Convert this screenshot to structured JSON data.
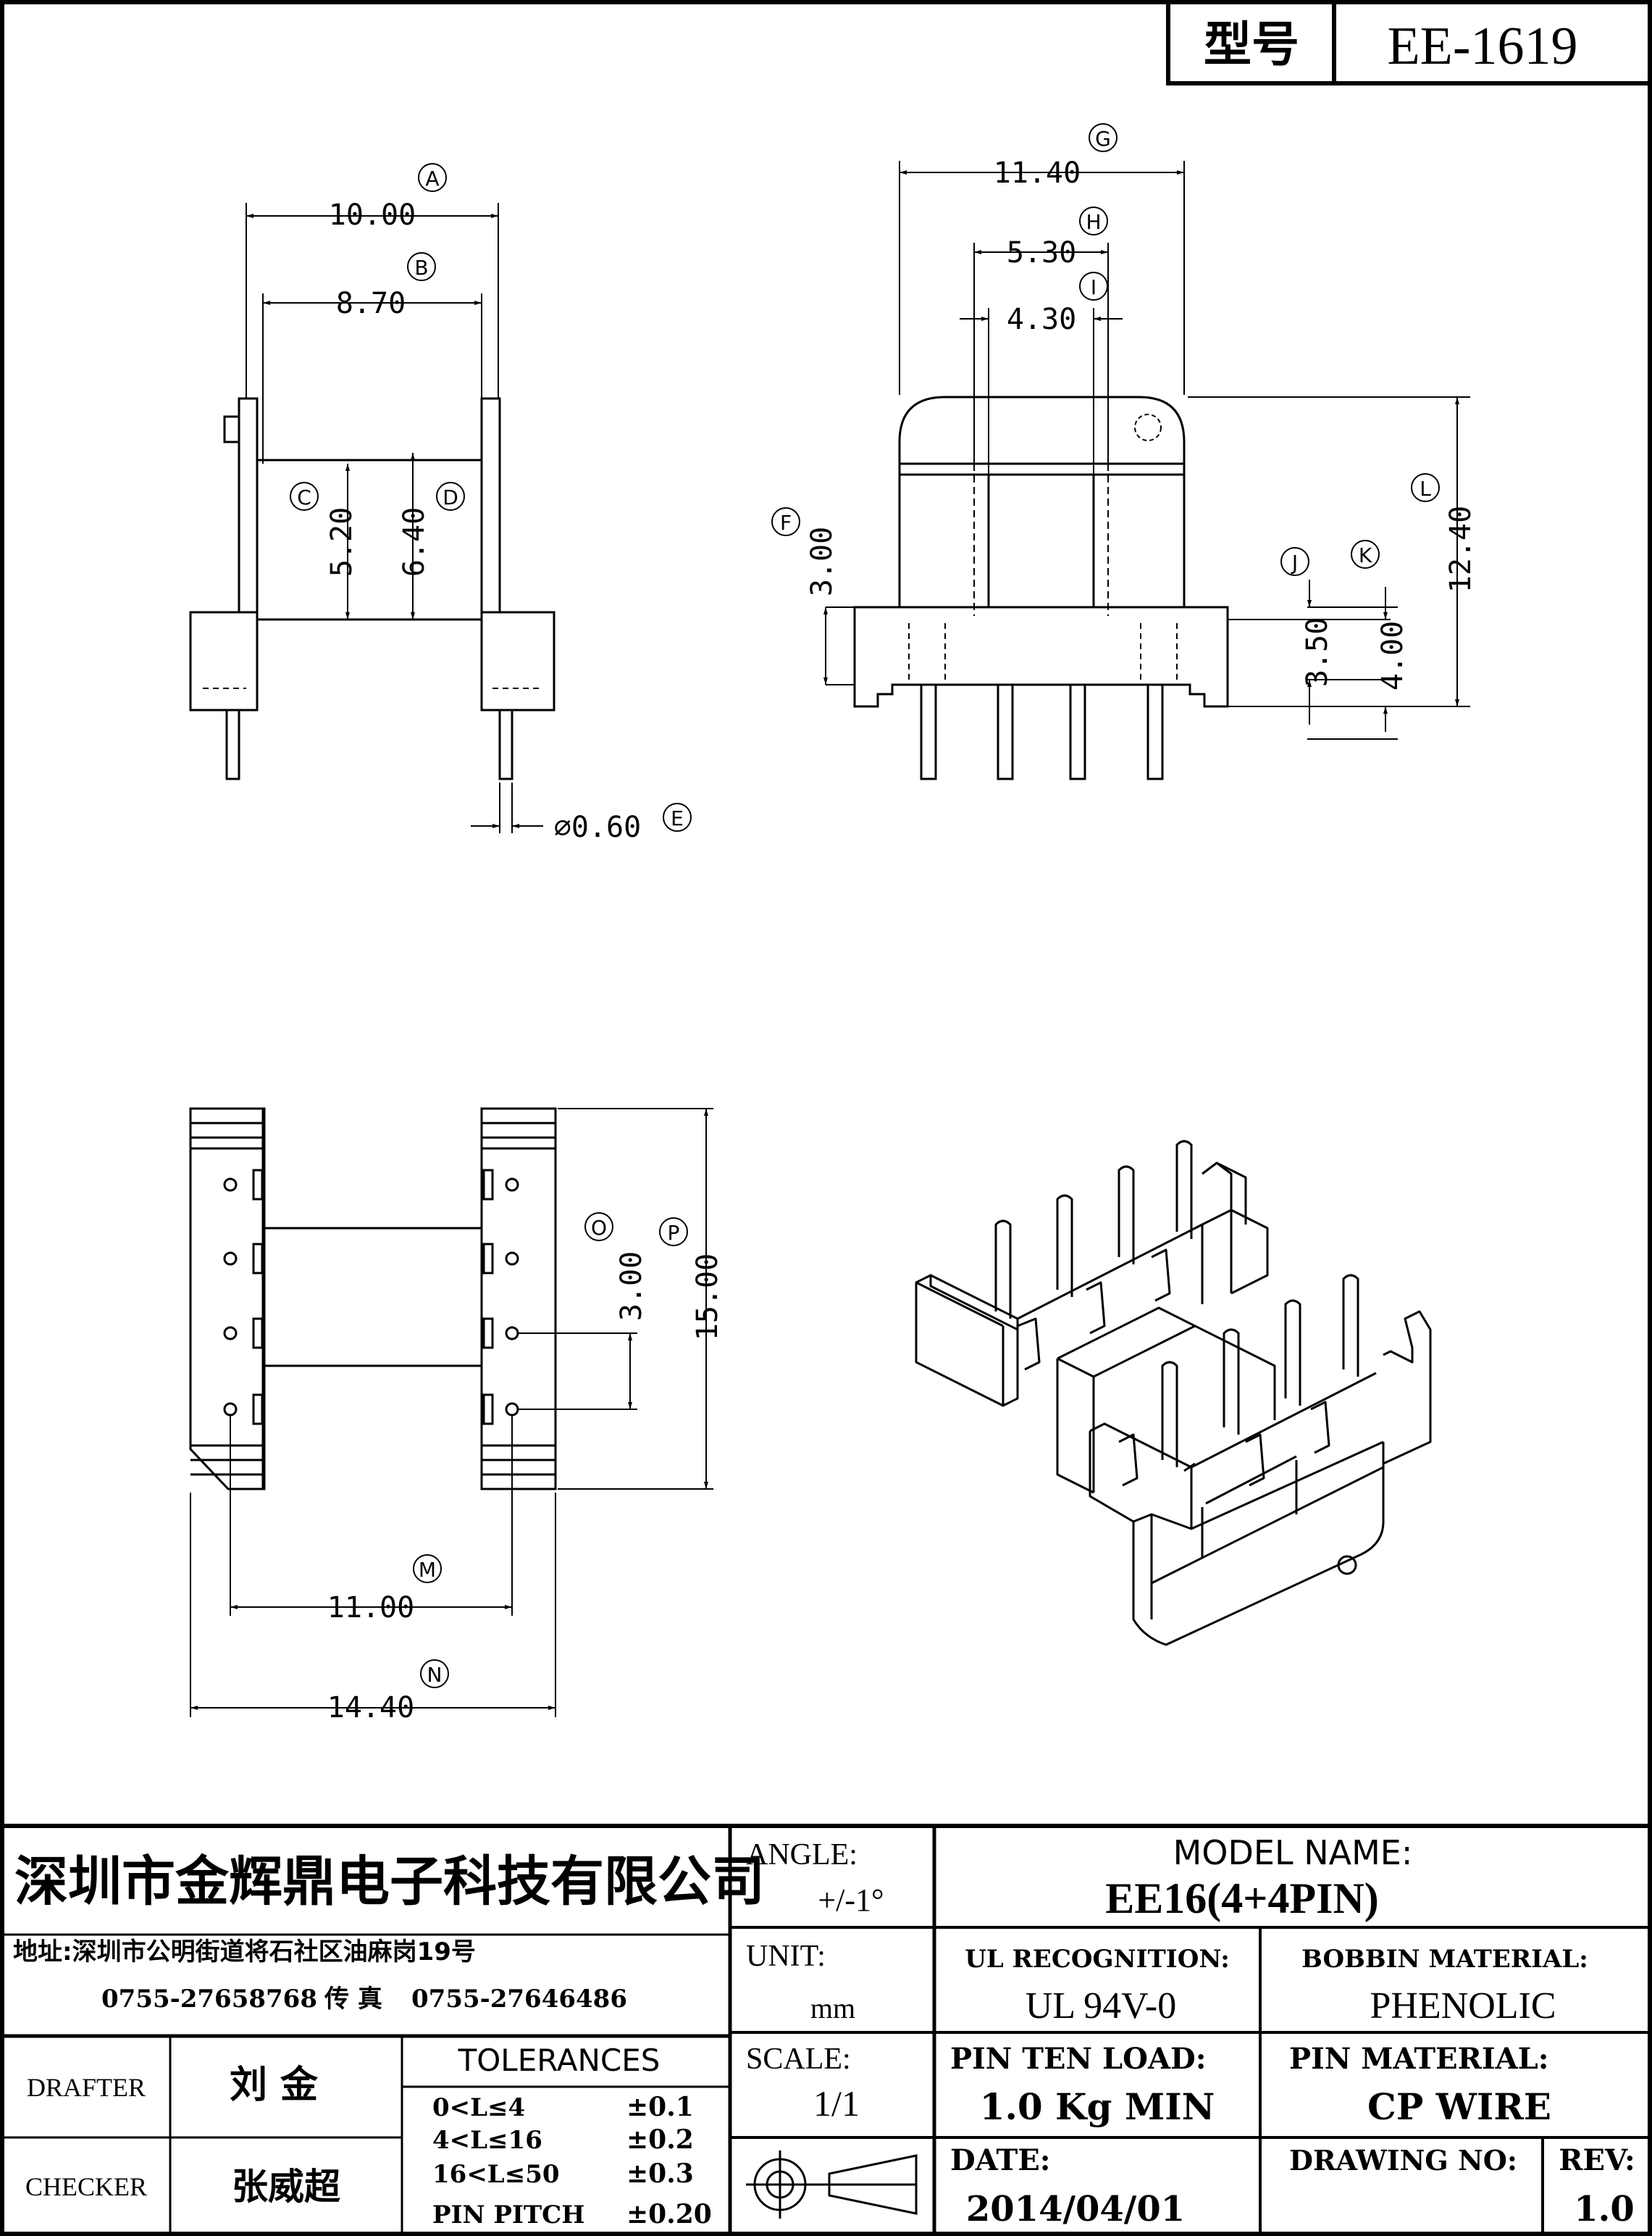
{
  "title_block": {
    "type_label": "型号",
    "part_number": "EE-1619"
  },
  "dimensions": {
    "A": {
      "letter": "A",
      "value": "10.00"
    },
    "B": {
      "letter": "B",
      "value": "8.70"
    },
    "C": {
      "letter": "C",
      "value": "5.20"
    },
    "D": {
      "letter": "D",
      "value": "6.40"
    },
    "E": {
      "letter": "E",
      "value": "∅0.60"
    },
    "F": {
      "letter": "F",
      "value": "3.00"
    },
    "G": {
      "letter": "G",
      "value": "11.40"
    },
    "H": {
      "letter": "H",
      "value": "5.30"
    },
    "I": {
      "letter": "I",
      "value": "4.30"
    },
    "J": {
      "letter": "J",
      "value": "3.50"
    },
    "K": {
      "letter": "K",
      "value": "4.00"
    },
    "L": {
      "letter": "L",
      "value": "12.40"
    },
    "M": {
      "letter": "M",
      "value": "11.00"
    },
    "N": {
      "letter": "N",
      "value": "14.40"
    },
    "O": {
      "letter": "O",
      "value": "3.00"
    },
    "P": {
      "letter": "P",
      "value": "15.00"
    }
  },
  "company": {
    "name": "深圳市金辉鼎电子科技有限公司",
    "address": "地址:深圳市公明街道将石社区油麻岗19号",
    "phone": "0755-27658768",
    "fax_label": "传 真",
    "fax": "0755-27646486"
  },
  "drafter": {
    "label": "DRAFTER",
    "name": "刘  金"
  },
  "checker": {
    "label": "CHECKER",
    "name": "张威超"
  },
  "tolerances": {
    "title": "TOLERANCES",
    "rows": [
      {
        "range": "0<L≤4",
        "value": "±0.1"
      },
      {
        "range": "4<L≤16",
        "value": "±0.2"
      },
      {
        "range": "16<L≤50",
        "value": "±0.3"
      },
      {
        "range": "PIN PITCH",
        "value": "±0.20"
      }
    ]
  },
  "angle": {
    "label": "ANGLE:",
    "value": "+/-1°"
  },
  "unit": {
    "label": "UNIT:",
    "value": "mm"
  },
  "scale": {
    "label": "SCALE:",
    "value": "1/1"
  },
  "model_name": {
    "label": "MODEL NAME:",
    "value": "EE16(4+4PIN)"
  },
  "ul_recognition": {
    "label": "UL RECOGNITION:",
    "value": "UL 94V-0"
  },
  "bobbin_material": {
    "label": "BOBBIN MATERIAL:",
    "value": "PHENOLIC"
  },
  "pin_ten_load": {
    "label": "PIN TEN LOAD:",
    "value": "1.0 Kg MIN"
  },
  "pin_material": {
    "label": "PIN MATERIAL:",
    "value": "CP WIRE"
  },
  "date": {
    "label": "DATE:",
    "value": "2014/04/01"
  },
  "drawing_no": {
    "label": "DRAWING NO:",
    "value": ""
  },
  "rev": {
    "label": "REV:",
    "value": "1.0"
  }
}
